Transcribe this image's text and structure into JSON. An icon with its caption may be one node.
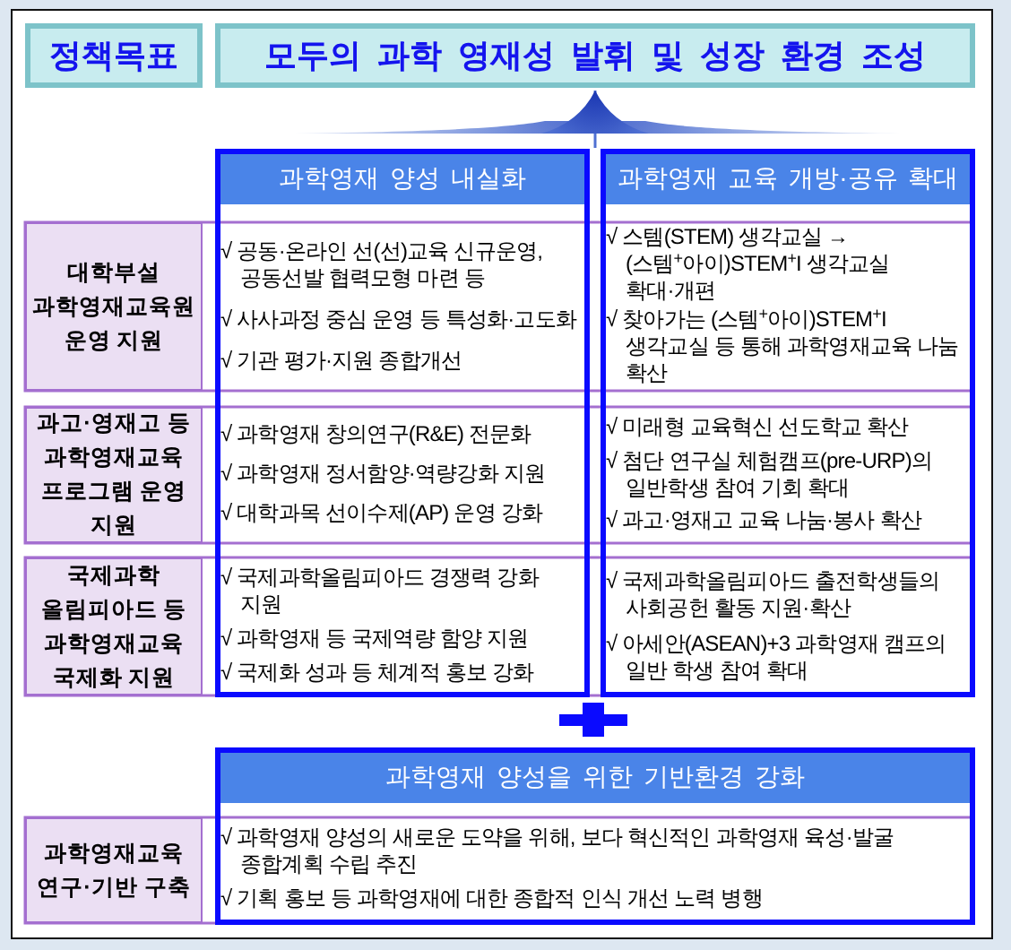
{
  "diagram": {
    "nodes": [
      {
        "text": [
          "정책목표"
        ]
      },
      {
        "text": [
          "모두의 과학 영재성 발휘 및 성장 환경 조성"
        ]
      },
      {
        "text": [
          "과학영재 양성 내실화"
        ]
      },
      {
        "text": [
          "과학영재 교육 개방·공유 확대"
        ]
      },
      {
        "text": [
          "대학부설 과학영재교육원 운영 지원"
        ]
      },
      {
        "text": [
          "√ 공동·온라인 선(선)교육 신규운영, 공동선발 협력모형 마련 등",
          "√ 사사과정 중심 운영 등 특성화·고도화",
          "√ 기관 평가·지원 종합개선"
        ],
        "in": 2
      },
      {
        "text": [
          "√ 스템(STEM) 생각교실 → (스템$^{+}$아이)STEM$^{+}$I 생각교실 확대·개편",
          "√ 찾아가는 (스템$^{+}$아이)STEM$^{+}$I 생각교실 등 통해 과학영재교육 나눔 확산"
        ],
        "in": 3
      },
      {
        "text": [
          "과고·영재고 등 과학영재교육 프로그램 운영 지원"
        ]
      },
      {
        "text": [
          "√ 과학영재 창의연구(R&E) 전문화",
          "√ 과학영재 정서함양·역량강화 지원",
          "√ 대학과목 선이수제(AP) 운영 강화"
        ],
        "in": 2
      },
      {
        "text": [
          "√ 미래형 교육혁신 선도학교 확산",
          "√ 첨단 연구실 체험캠프(pre-URP)의 일반학생 참여 기회 확대",
          "√ 과고·영재고 교육 나눔·봉사 확산"
        ],
        "in": 3
      },
      {
        "text": [
          "국제과학 올림피아드 등 과학영재교육 국제화 지원"
        ]
      },
      {
        "text": [
          "√ 국제과학올림피아드 경쟁력 강화 지원",
          "√ 과학영재 등 국제역량 함양 지원",
          "√ 국제화 성과 등 체계적 홍보 강화"
        ],
        "in": 2
      },
      {
        "text": [
          "√ 국제과학올림피아드 출전학생들의 사회공헌 활동 지원·확산",
          "√ 아세안(ASEAN)+3 과학영재 캠프의 일반 학생 참여 확대"
        ],
        "in": 3
      },
      {
        "text": [
          "과학영재 양성을 위한 기반환경 강화"
        ]
      },
      {
        "text": [
          "과학영재교육 연구·기반 구축"
        ]
      },
      {
        "text": [
          "√ 과학영재 양성의 새로운 도약을 위해, 보다 혁신적인 과학영재 육성·발굴 종합계획 수립 추진",
          "√ 기획 홍보 등 과학영재에 대한 종합적 인식 개선 노력 병행"
        ],
        "in": 13
      }
    ],
    "edges": [
      {
        "from": 2,
        "to": 1,
        "arrow": "to"
      },
      {
        "from": 3,
        "to": 1,
        "arrow": "to"
      }
    ]
  }
}
